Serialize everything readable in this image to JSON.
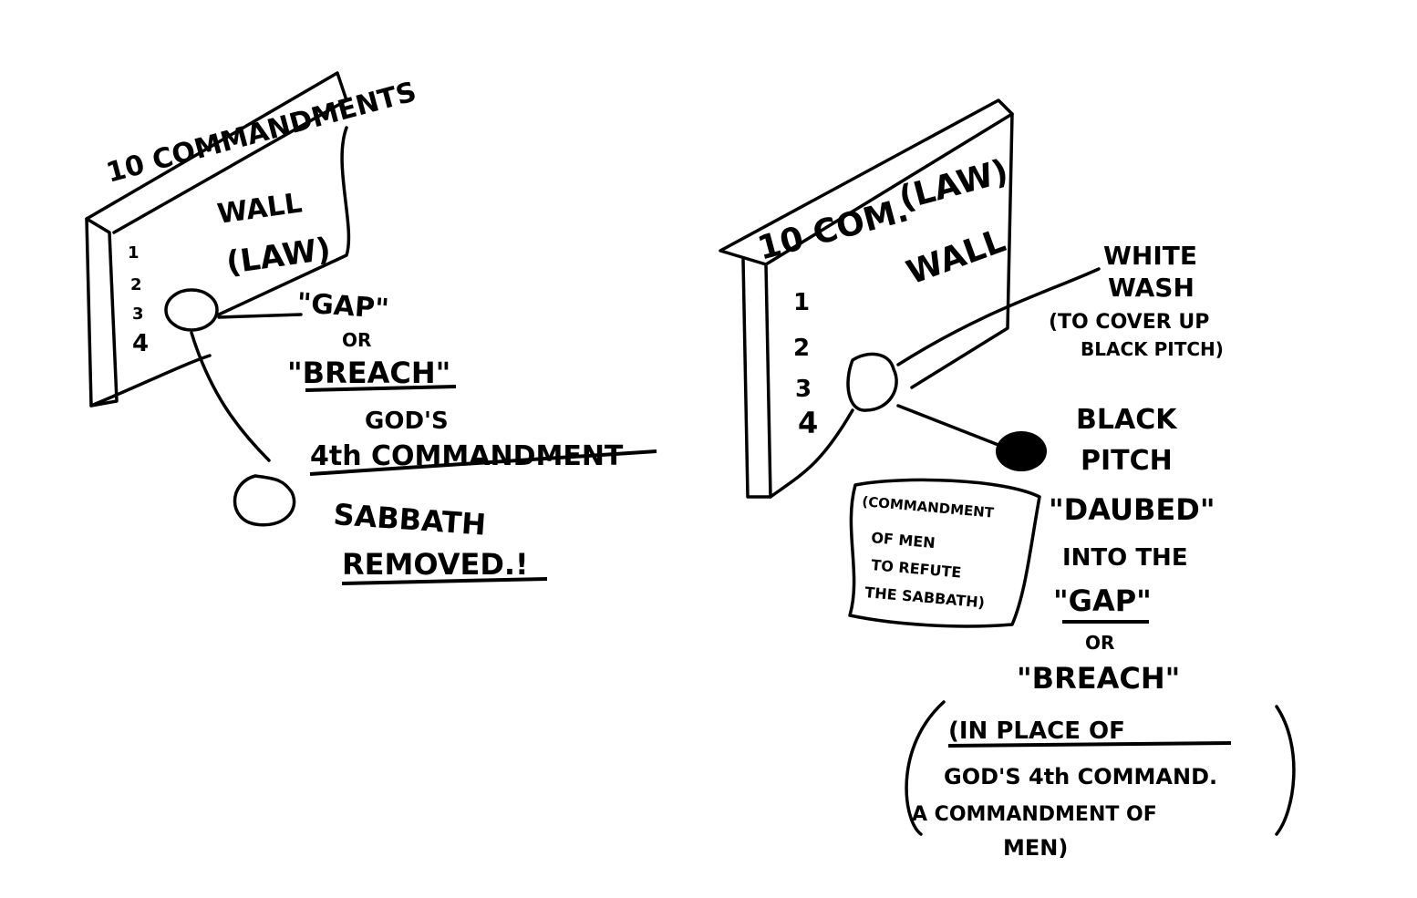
{
  "left": {
    "title": "10 COMMANDMENTS",
    "wall": "WALL",
    "law": "(LAW)",
    "numbers": [
      "1",
      "2",
      "3",
      "4"
    ],
    "gap": "\"GAP\"",
    "or": "OR",
    "breach": "\"BREACH\"",
    "gods": "GOD'S",
    "fourth": "4th COMMANDMENT",
    "sabbath": "SABBATH",
    "removed": "REMOVED.!"
  },
  "right": {
    "title": "10 COM.",
    "law": "(LAW)",
    "wall": "WALL",
    "numbers": [
      "1",
      "2",
      "3",
      "4"
    ],
    "white_wash": [
      "WHITE",
      "WASH"
    ],
    "cover_up": [
      "(TO COVER UP",
      "BLACK PITCH)"
    ],
    "black_pitch": [
      "BLACK",
      "PITCH"
    ],
    "men_note": [
      "(COMMANDMENT",
      "OF MEN",
      "TO REFUTE",
      "THE SABBATH)"
    ],
    "daubed": "\"DAUBED\"",
    "into_the": "INTO THE",
    "gap": "\"GAP\"",
    "or": "OR",
    "breach": "\"BREACH\"",
    "in_place": [
      "(IN PLACE OF",
      "GOD'S 4th COMMAND.",
      "A COMMANDMENT OF",
      "MEN)"
    ]
  }
}
